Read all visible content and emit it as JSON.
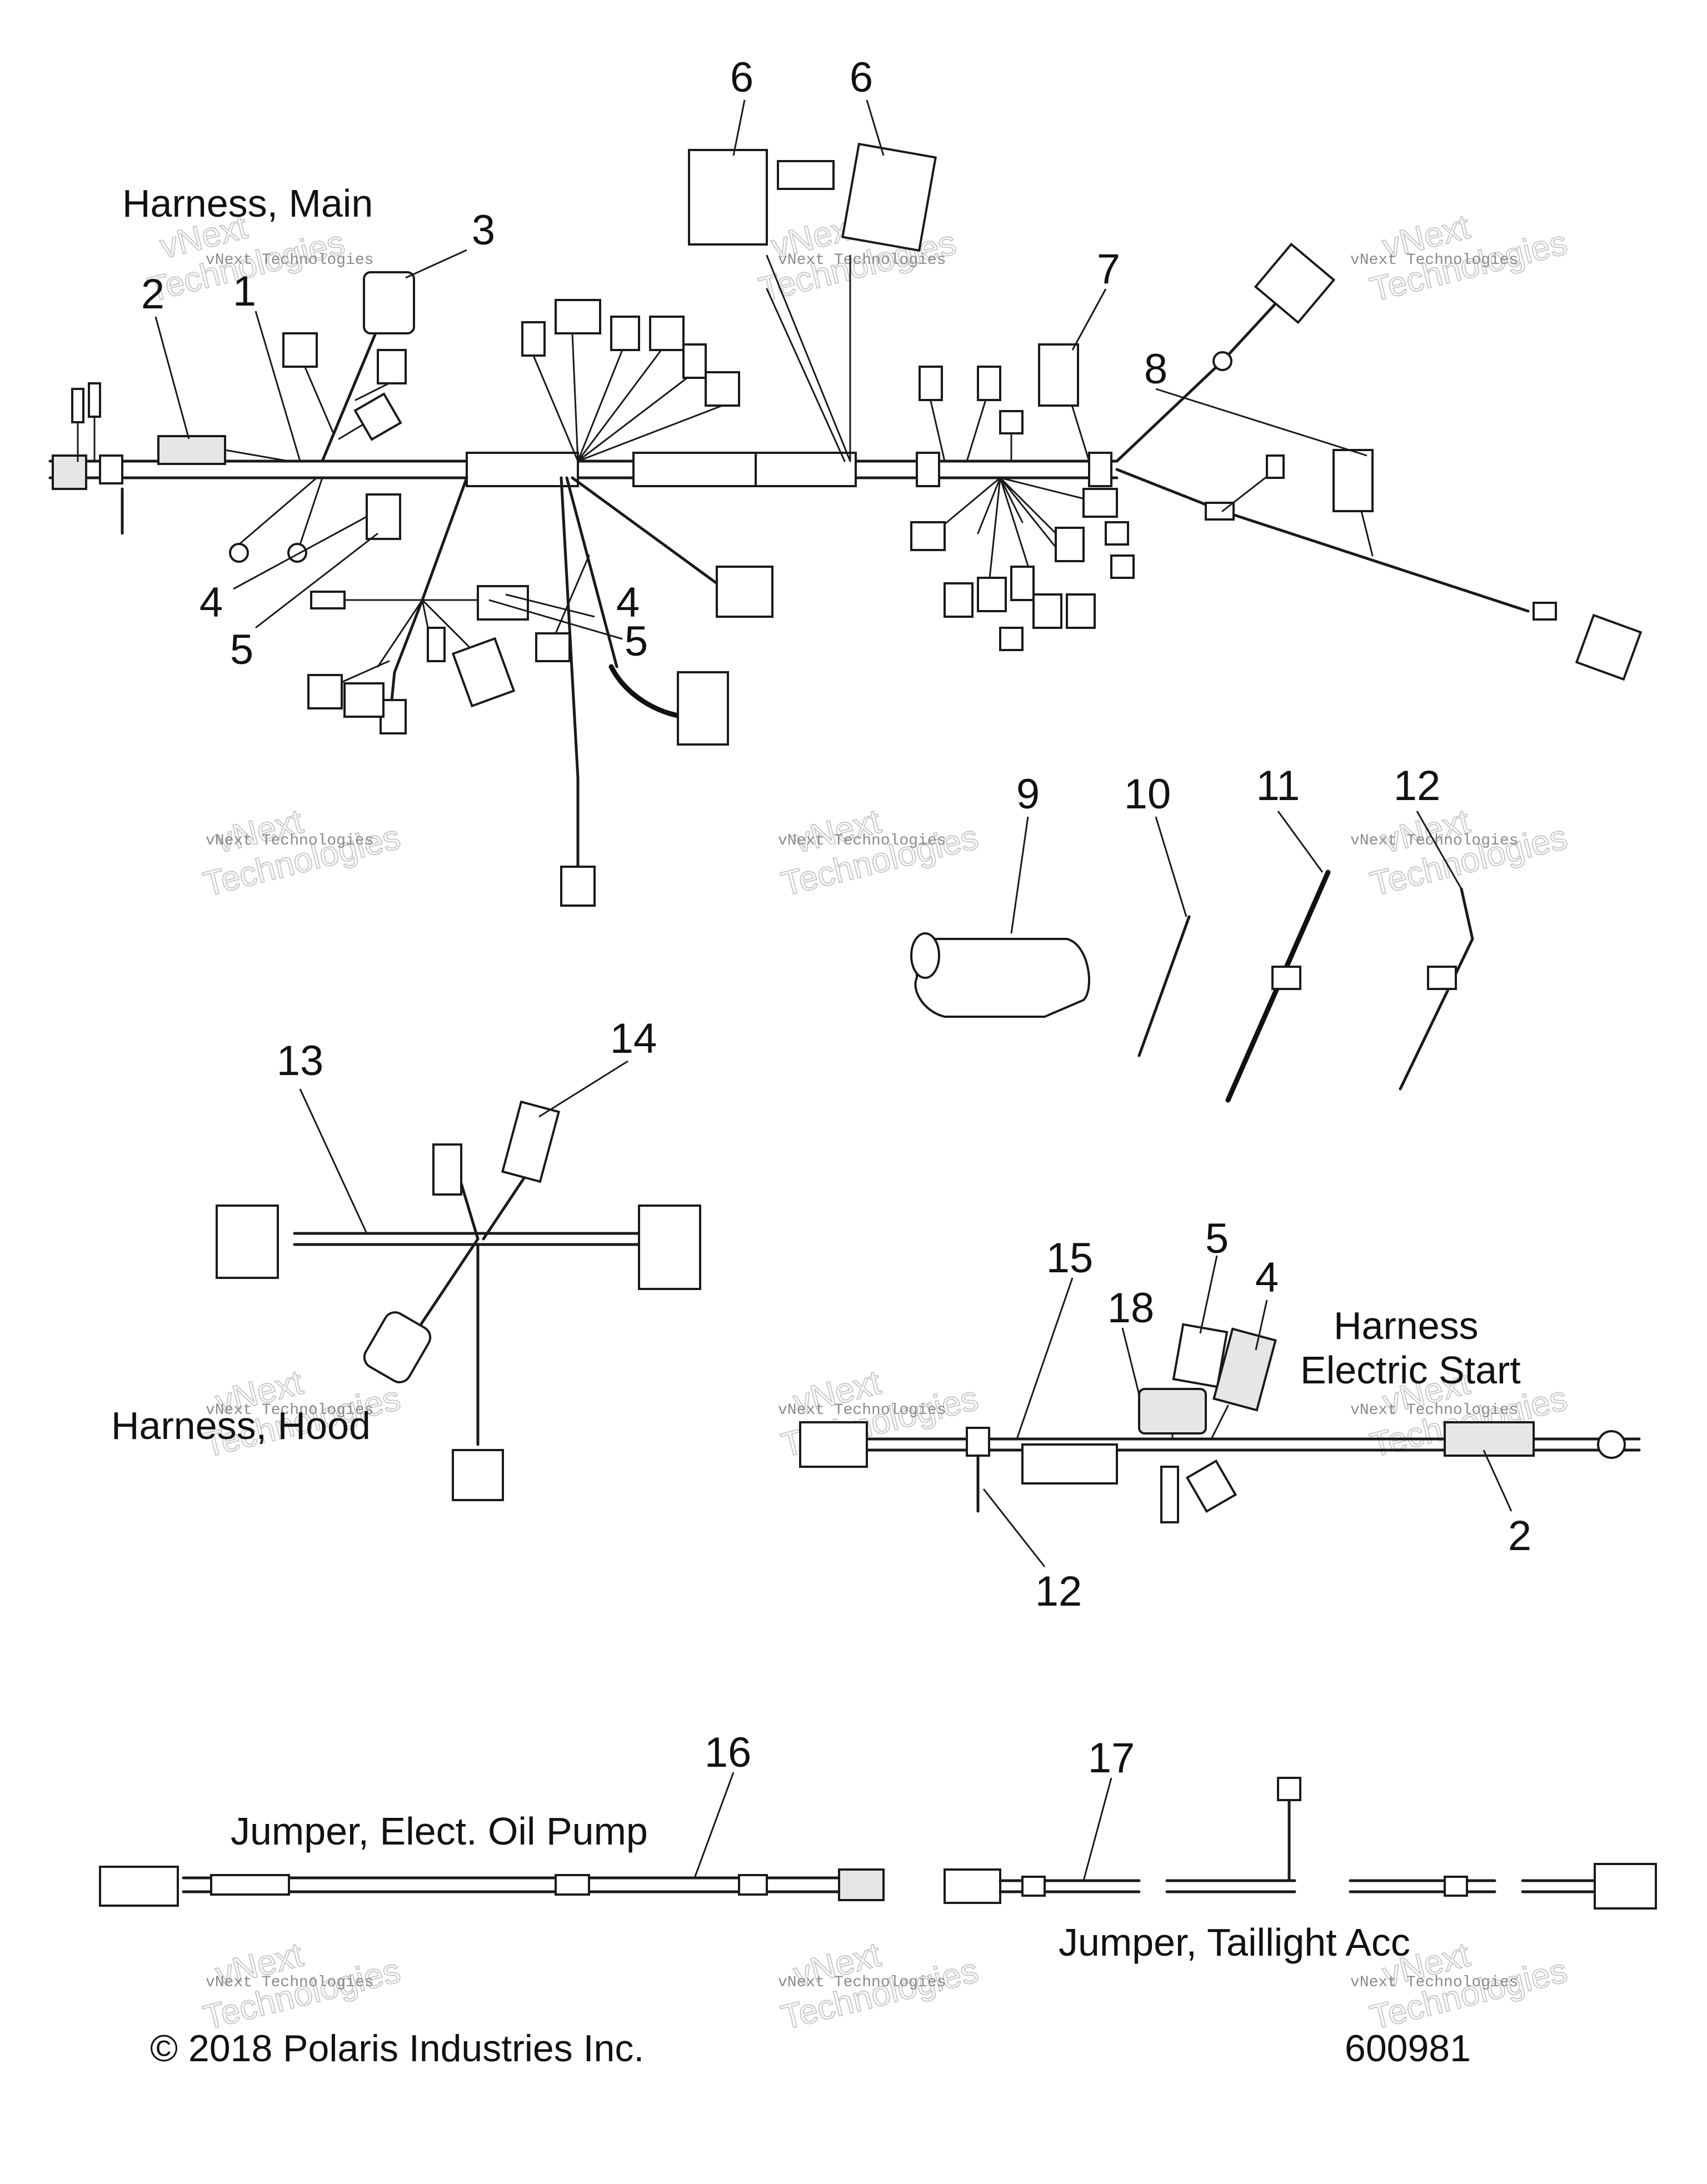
{
  "titles": {
    "harness_main": "Harness, Main",
    "harness_hood": "Harness, Hood",
    "harness_electric_start_line1": "Harness",
    "harness_electric_start_line2": "Electric Start",
    "jumper_oil_pump": "Jumper, Elect. Oil Pump",
    "jumper_taillight": "Jumper, Taillight Acc"
  },
  "callouts": {
    "c1": "1",
    "c2_main": "2",
    "c3": "3",
    "c4_left": "4",
    "c5_left": "5",
    "c4_center": "4",
    "c5_center": "5",
    "c6_left": "6",
    "c6_right": "6",
    "c7": "7",
    "c8": "8",
    "c9": "9",
    "c10": "10",
    "c11": "11",
    "c12_clip": "12",
    "c13": "13",
    "c14": "14",
    "c15": "15",
    "c18": "18",
    "c5_start": "5",
    "c4_start": "4",
    "c2_start": "2",
    "c12_start": "12",
    "c16": "16",
    "c17": "17"
  },
  "footer": {
    "copyright": "© 2018 Polaris Industries Inc.",
    "figure_number": "600981"
  },
  "watermark": {
    "line1": "vNext Technologies",
    "line2": "Technologies",
    "line3": "vNext"
  }
}
